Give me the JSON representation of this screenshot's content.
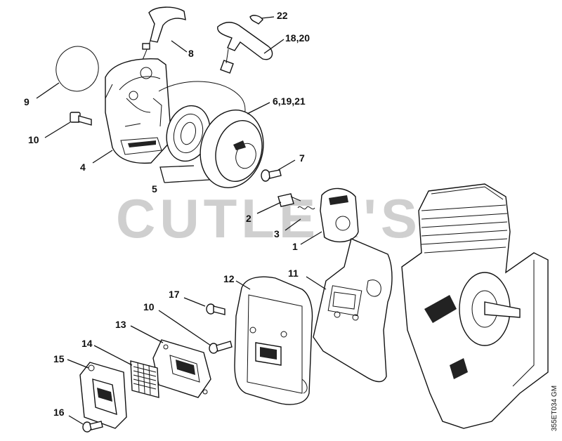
{
  "watermark": "CUTLER'S",
  "diagram_code": "355ET034 GM",
  "callouts": [
    {
      "id": "c22",
      "text": "22"
    },
    {
      "id": "c18",
      "text": "18,20"
    },
    {
      "id": "c8",
      "text": "8"
    },
    {
      "id": "c9",
      "text": "9"
    },
    {
      "id": "c6",
      "text": "6,19,21"
    },
    {
      "id": "c10a",
      "text": "10"
    },
    {
      "id": "c4",
      "text": "4"
    },
    {
      "id": "c7",
      "text": "7"
    },
    {
      "id": "c5",
      "text": "5"
    },
    {
      "id": "c2",
      "text": "2"
    },
    {
      "id": "c3",
      "text": "3"
    },
    {
      "id": "c1",
      "text": "1"
    },
    {
      "id": "c11",
      "text": "11"
    },
    {
      "id": "c12",
      "text": "12"
    },
    {
      "id": "c17",
      "text": "17"
    },
    {
      "id": "c10b",
      "text": "10"
    },
    {
      "id": "c13",
      "text": "13"
    },
    {
      "id": "c14",
      "text": "14"
    },
    {
      "id": "c15",
      "text": "15"
    },
    {
      "id": "c16",
      "text": "16"
    }
  ]
}
